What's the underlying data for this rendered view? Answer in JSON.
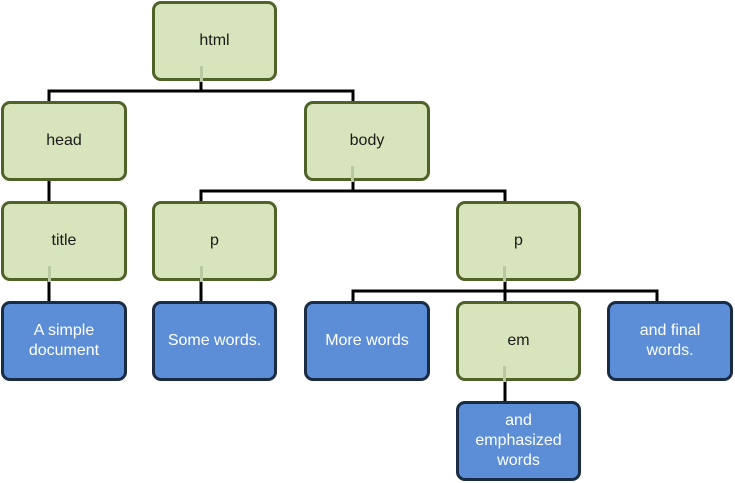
{
  "diagram": {
    "nodes": {
      "html": {
        "label": "html",
        "kind": "element"
      },
      "head": {
        "label": "head",
        "kind": "element"
      },
      "body": {
        "label": "body",
        "kind": "element"
      },
      "title": {
        "label": "title",
        "kind": "element"
      },
      "p1": {
        "label": "p",
        "kind": "element"
      },
      "p2": {
        "label": "p",
        "kind": "element"
      },
      "t1": {
        "label": "A simple\ndocument",
        "kind": "text"
      },
      "t2": {
        "label": "Some words.",
        "kind": "text"
      },
      "t3": {
        "label": "More words",
        "kind": "text"
      },
      "em": {
        "label": "em",
        "kind": "element"
      },
      "t4": {
        "label": "and final\nwords.",
        "kind": "text"
      },
      "t5": {
        "label": "and\nemphasized\nwords",
        "kind": "text"
      }
    },
    "edges": [
      [
        "html",
        "head"
      ],
      [
        "html",
        "body"
      ],
      [
        "head",
        "title"
      ],
      [
        "title",
        "t1"
      ],
      [
        "body",
        "p1"
      ],
      [
        "body",
        "p2"
      ],
      [
        "p1",
        "t2"
      ],
      [
        "p2",
        "t3"
      ],
      [
        "p2",
        "em"
      ],
      [
        "p2",
        "t4"
      ],
      [
        "em",
        "t5"
      ]
    ],
    "colors": {
      "element_fill": "#d8e4bc",
      "element_border": "#4f6228",
      "text_fill": "#5b8ed6",
      "text_border": "#1a2b44",
      "connector": "#000000"
    }
  }
}
